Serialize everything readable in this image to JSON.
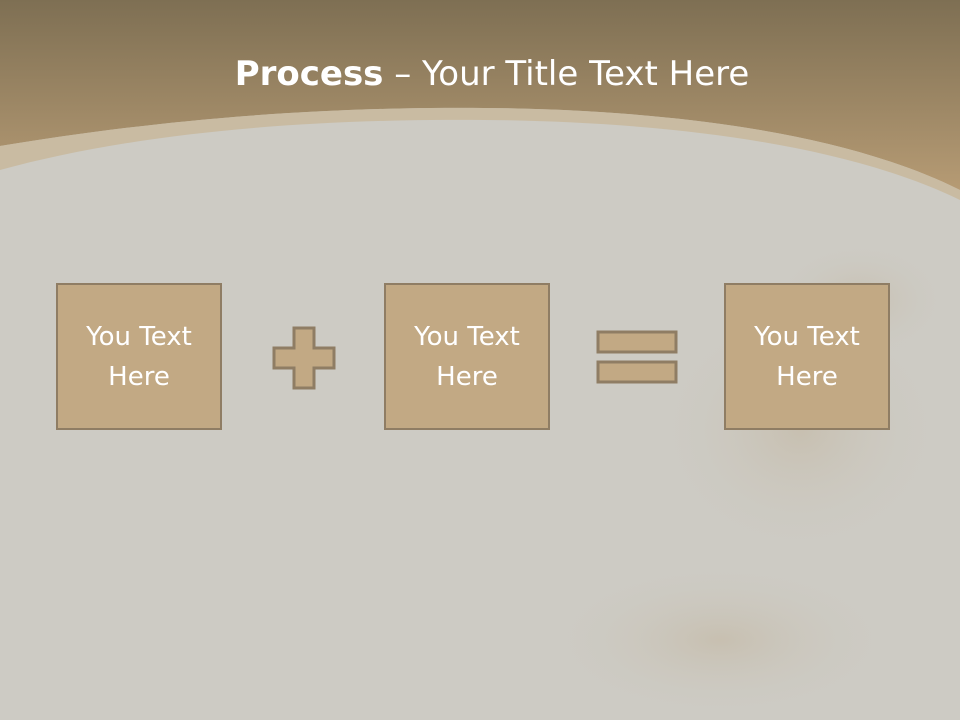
{
  "title": {
    "bold": "Process",
    "rest": " – Your Title Text Here"
  },
  "boxes": [
    {
      "line1": "You Text",
      "line2": "Here"
    },
    {
      "line1": "You Text",
      "line2": "Here"
    },
    {
      "line1": "You Text",
      "line2": "Here"
    }
  ],
  "operators": {
    "first": "plus",
    "second": "equals"
  },
  "colors": {
    "header_top": "#7e6f53",
    "header_bottom": "#b69b74",
    "body_bg": "#cdcbc4",
    "box_fill": "#c2a984",
    "box_border": "#8f7d64"
  }
}
